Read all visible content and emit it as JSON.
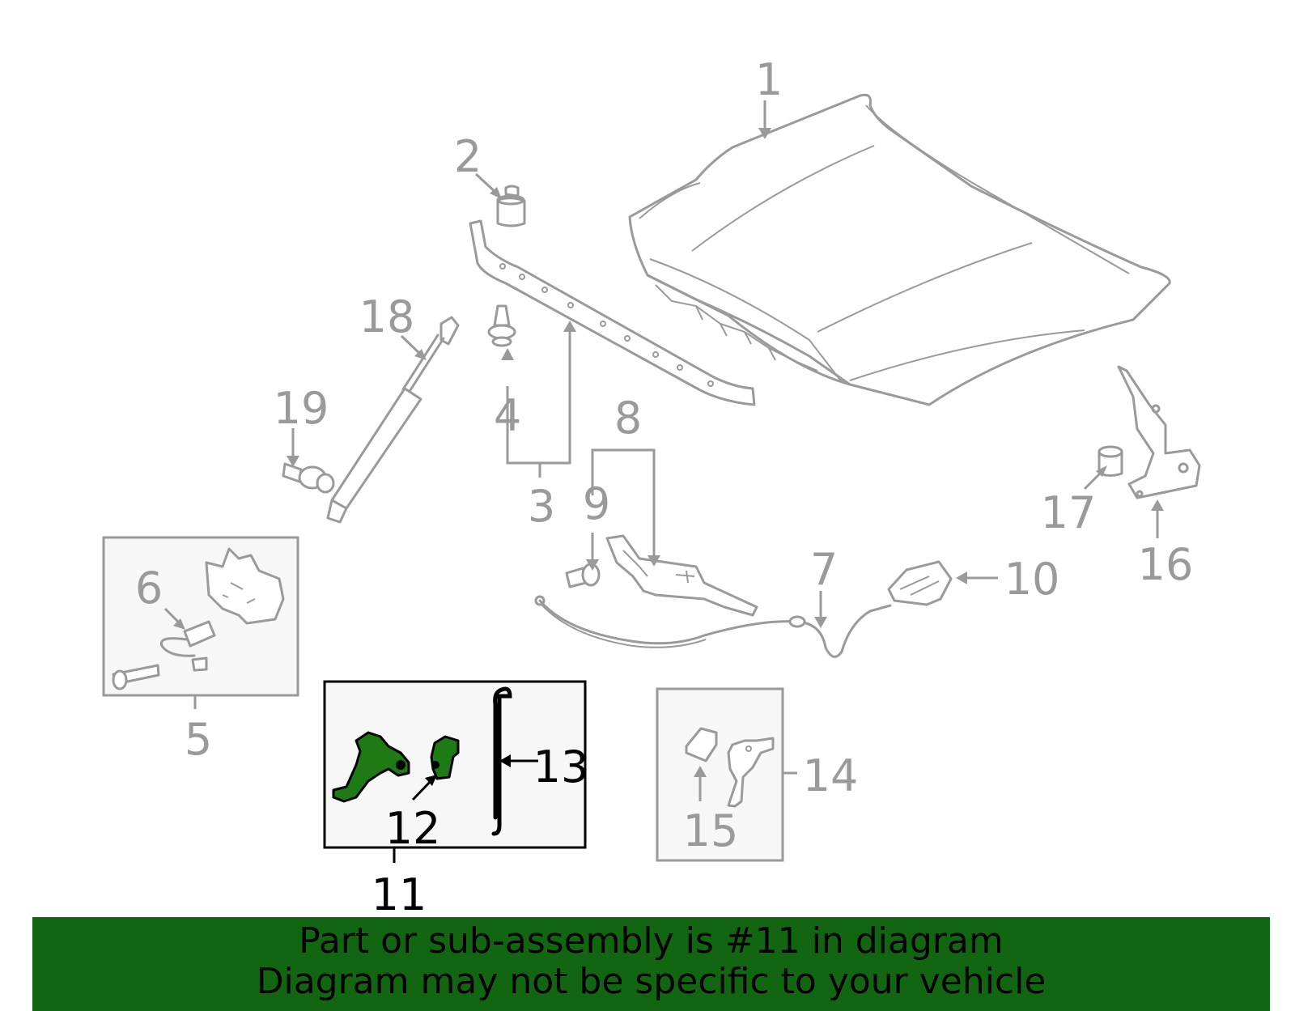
{
  "diagram": {
    "highlighted_part": "11",
    "colors": {
      "parts": "#9a9a9a",
      "highlight_fill": "#1e7a14",
      "highlight_outline": "#000000",
      "banner": "#136611"
    },
    "callouts": [
      {
        "id": "1",
        "label": "1"
      },
      {
        "id": "2",
        "label": "2"
      },
      {
        "id": "3",
        "label": "3"
      },
      {
        "id": "4",
        "label": "4"
      },
      {
        "id": "5",
        "label": "5"
      },
      {
        "id": "6",
        "label": "6"
      },
      {
        "id": "7",
        "label": "7"
      },
      {
        "id": "8",
        "label": "8"
      },
      {
        "id": "9",
        "label": "9"
      },
      {
        "id": "10",
        "label": "10"
      },
      {
        "id": "11",
        "label": "11"
      },
      {
        "id": "12",
        "label": "12"
      },
      {
        "id": "13",
        "label": "13"
      },
      {
        "id": "14",
        "label": "14"
      },
      {
        "id": "15",
        "label": "15"
      },
      {
        "id": "16",
        "label": "16"
      },
      {
        "id": "17",
        "label": "17"
      },
      {
        "id": "18",
        "label": "18"
      },
      {
        "id": "19",
        "label": "19"
      }
    ]
  },
  "banner": {
    "line1": "Part or sub-assembly is #11 in diagram",
    "line2": "Diagram may not be specific to your vehicle"
  }
}
